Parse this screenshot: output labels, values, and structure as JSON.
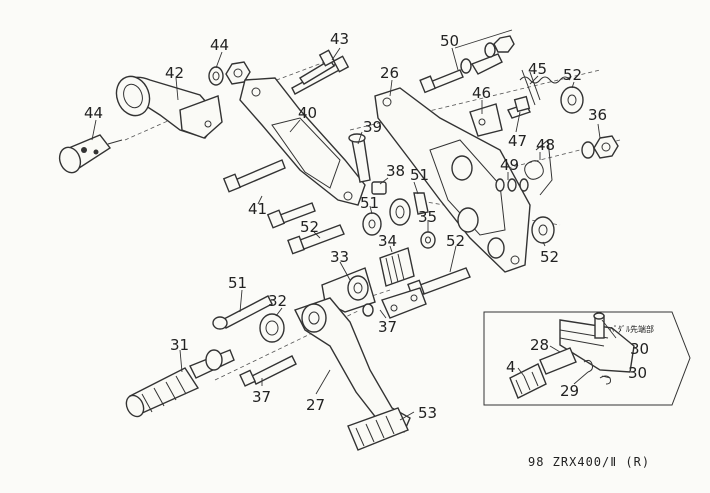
{
  "diagram": {
    "footer": "98 ZRX400/Ⅱ (R)",
    "inset_note": "ﾍﾟﾀﾞﾙ先端部",
    "callouts": [
      {
        "id": "c44a",
        "text": "44"
      },
      {
        "id": "c43",
        "text": "43"
      },
      {
        "id": "c42",
        "text": "42"
      },
      {
        "id": "c44b",
        "text": "44"
      },
      {
        "id": "c50",
        "text": "50"
      },
      {
        "id": "c26",
        "text": "26"
      },
      {
        "id": "c45",
        "text": "45"
      },
      {
        "id": "c52a",
        "text": "52"
      },
      {
        "id": "c46",
        "text": "46"
      },
      {
        "id": "c36",
        "text": "36"
      },
      {
        "id": "c47",
        "text": "47"
      },
      {
        "id": "c40",
        "text": "40"
      },
      {
        "id": "c39",
        "text": "39"
      },
      {
        "id": "c48",
        "text": "48"
      },
      {
        "id": "c49",
        "text": "49"
      },
      {
        "id": "c38",
        "text": "38"
      },
      {
        "id": "c51a",
        "text": "51"
      },
      {
        "id": "c41",
        "text": "41"
      },
      {
        "id": "c51b",
        "text": "51"
      },
      {
        "id": "c35",
        "text": "35"
      },
      {
        "id": "c52b",
        "text": "52"
      },
      {
        "id": "c34",
        "text": "34"
      },
      {
        "id": "c52c",
        "text": "52"
      },
      {
        "id": "c52d",
        "text": "52"
      },
      {
        "id": "c33",
        "text": "33"
      },
      {
        "id": "c51c",
        "text": "51"
      },
      {
        "id": "c32",
        "text": "32"
      },
      {
        "id": "c37a",
        "text": "37"
      },
      {
        "id": "c31",
        "text": "31"
      },
      {
        "id": "c30a",
        "text": "30"
      },
      {
        "id": "c28",
        "text": "28"
      },
      {
        "id": "c4",
        "text": "4"
      },
      {
        "id": "c30b",
        "text": "30"
      },
      {
        "id": "c29",
        "text": "29"
      },
      {
        "id": "c37b",
        "text": "37"
      },
      {
        "id": "c27",
        "text": "27"
      },
      {
        "id": "c53",
        "text": "53"
      }
    ]
  }
}
